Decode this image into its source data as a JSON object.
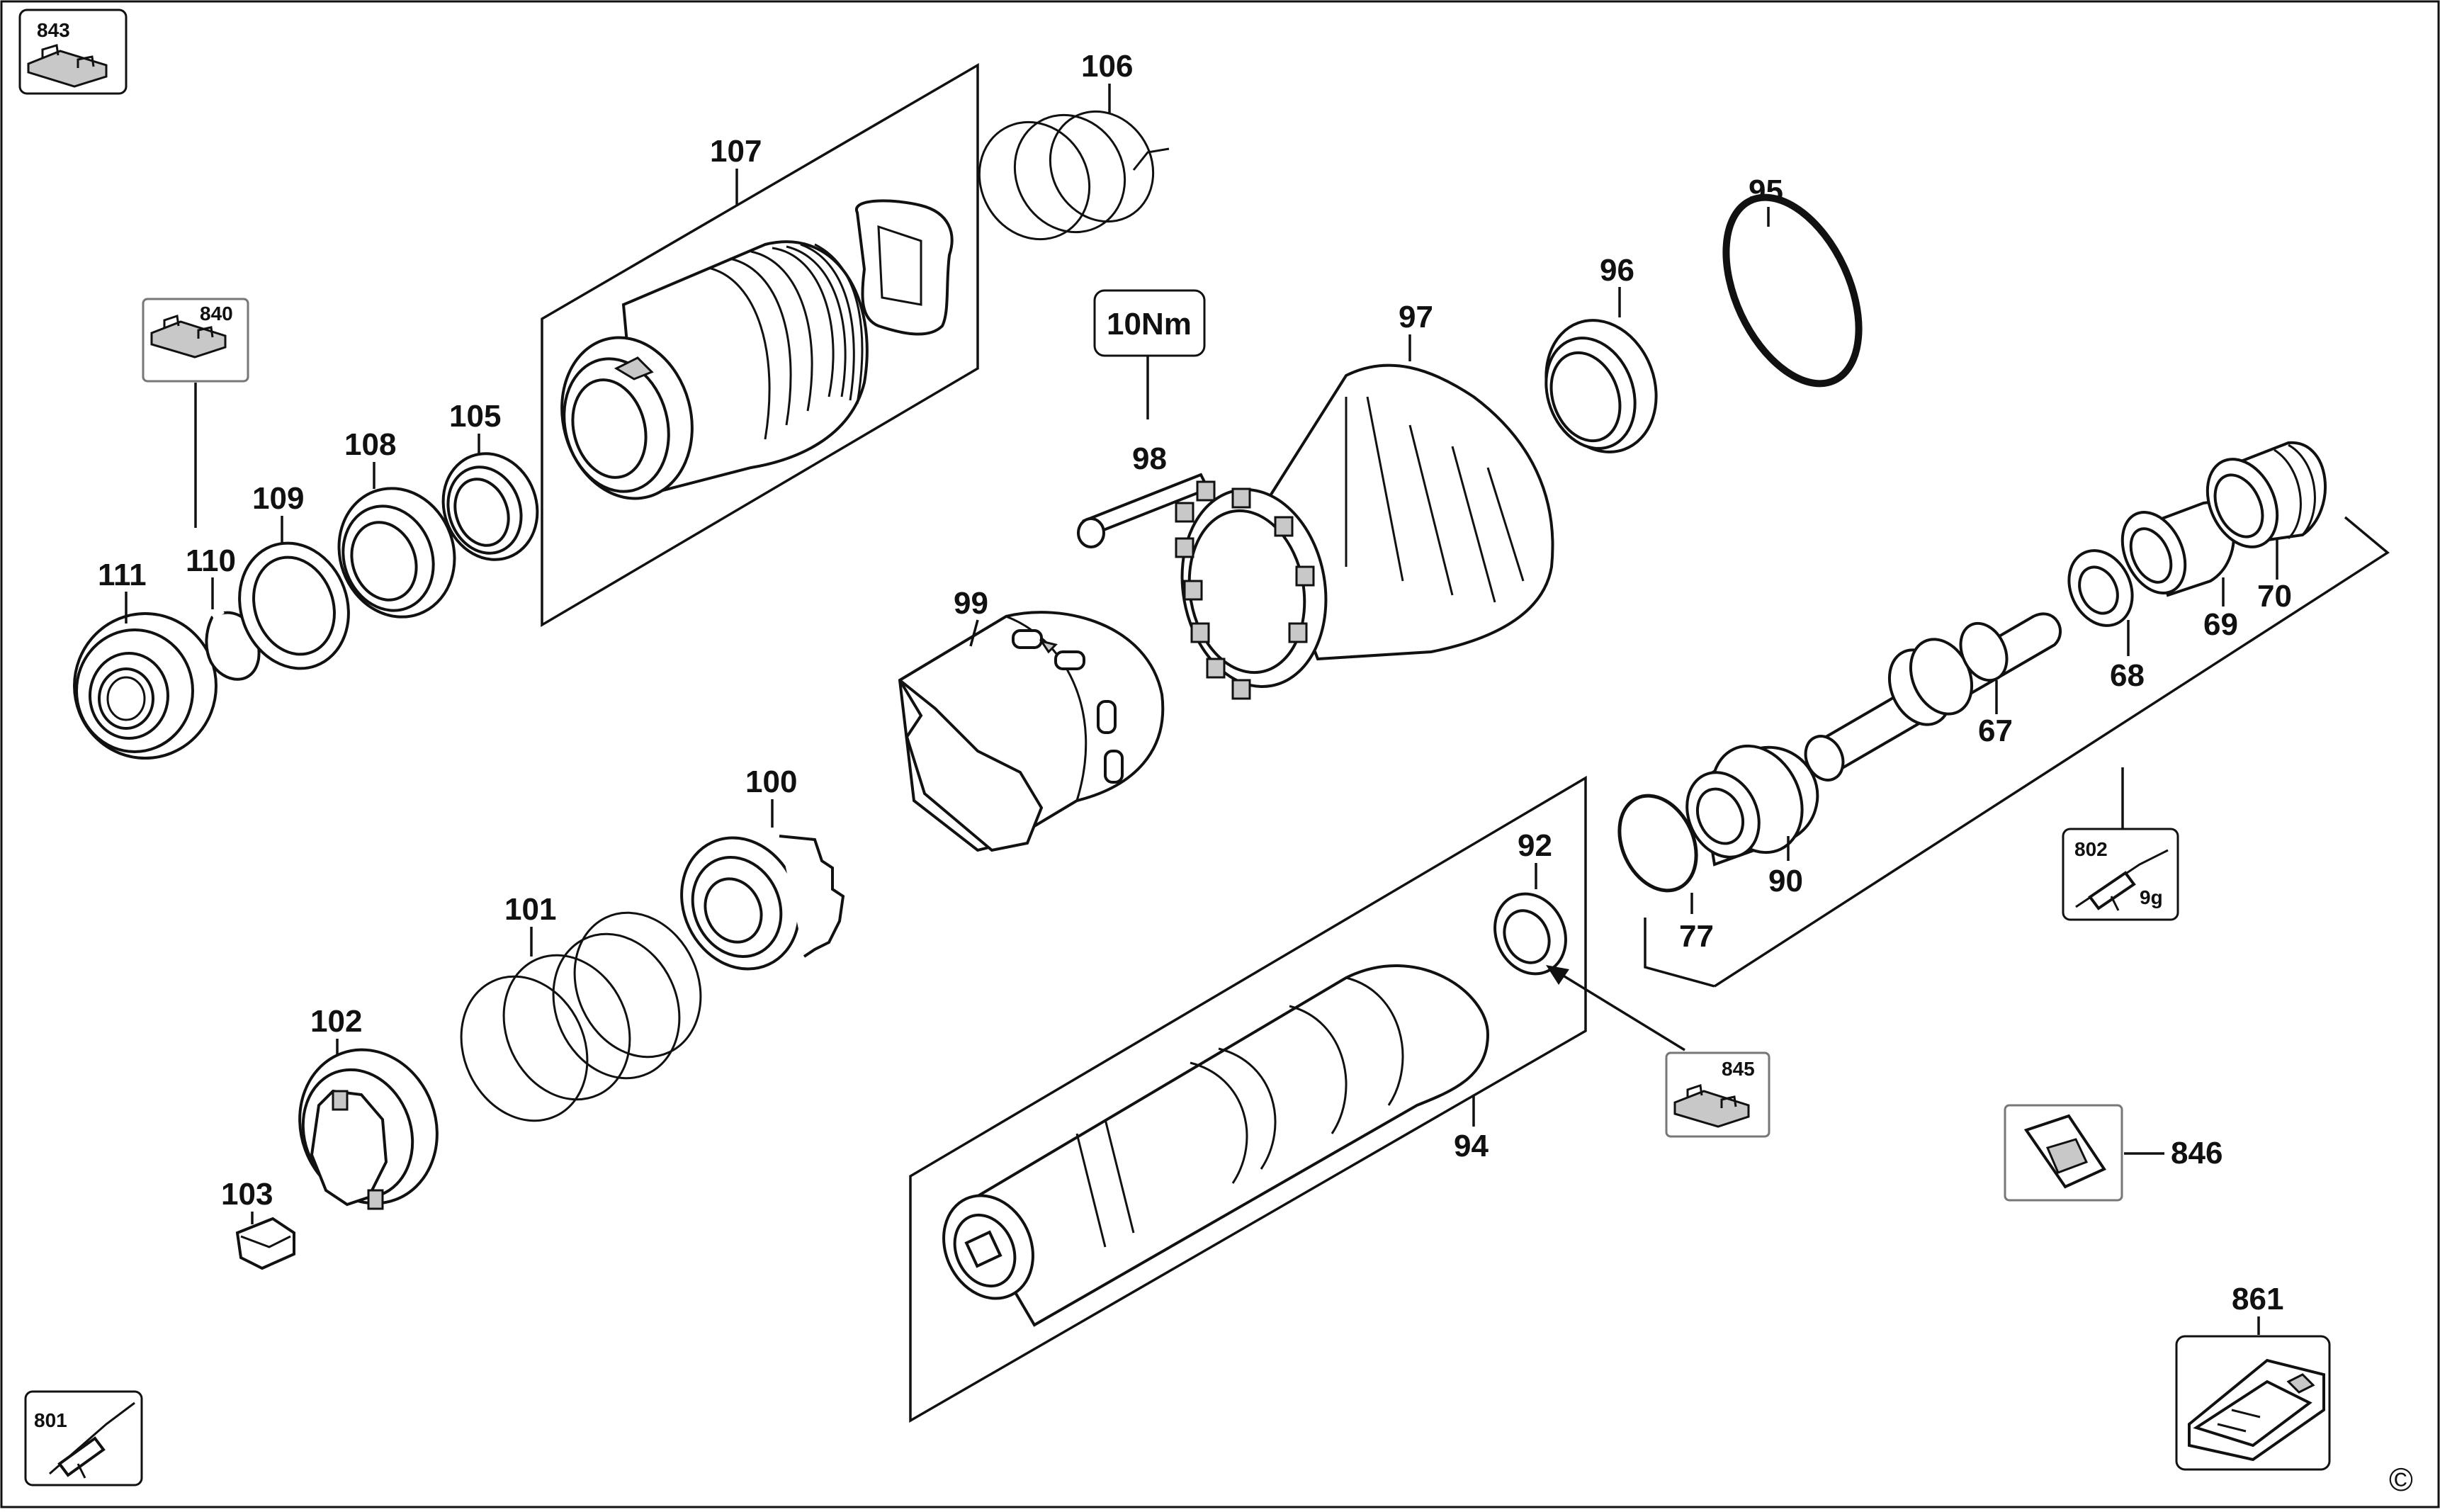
{
  "labels": {
    "p843": "843",
    "p840": "840",
    "p111": "111",
    "p110": "110",
    "p109": "109",
    "p108": "108",
    "p105": "105",
    "p107": "107",
    "p106": "106",
    "torque": "10Nm",
    "p98": "98",
    "p97": "97",
    "p96": "96",
    "p95": "95",
    "p99": "99",
    "p100": "100",
    "p101": "101",
    "p102": "102",
    "p103": "103",
    "p92": "92",
    "p94": "94",
    "p845": "845",
    "p90": "90",
    "p77": "77",
    "p67": "67",
    "p68": "68",
    "p69": "69",
    "p70": "70",
    "p802": "802",
    "grease": "9g",
    "p846": "846",
    "p861": "861",
    "p801": "801",
    "copyright": "©"
  },
  "icons": [
    "clip-tool-icon",
    "grease-gun-icon",
    "seal-bag-icon",
    "carry-case-icon"
  ]
}
